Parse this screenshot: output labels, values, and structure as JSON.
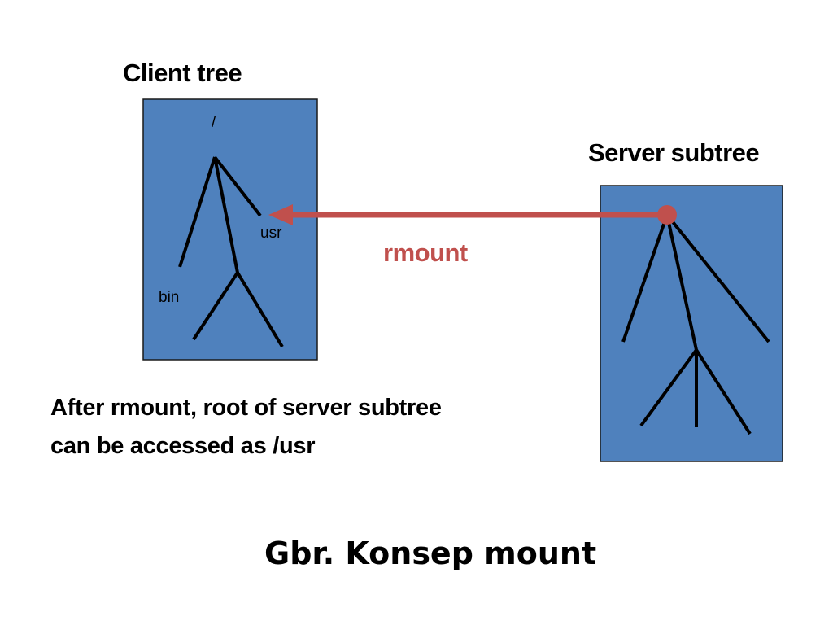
{
  "client": {
    "title": "Client tree",
    "root_label": "/",
    "usr_label": "usr",
    "bin_label": "bin"
  },
  "server": {
    "title": "Server subtree"
  },
  "connector": {
    "label": "rmount"
  },
  "note": {
    "line1": "After rmount, root of server subtree",
    "line2": "can be accessed as /usr"
  },
  "figure": {
    "caption": "Gbr. Konsep mount"
  },
  "colors": {
    "panel_fill": "#4f81bd",
    "panel_border": "#1a1a1a",
    "arrow": "#c0504d",
    "tree_lines": "#000000"
  }
}
